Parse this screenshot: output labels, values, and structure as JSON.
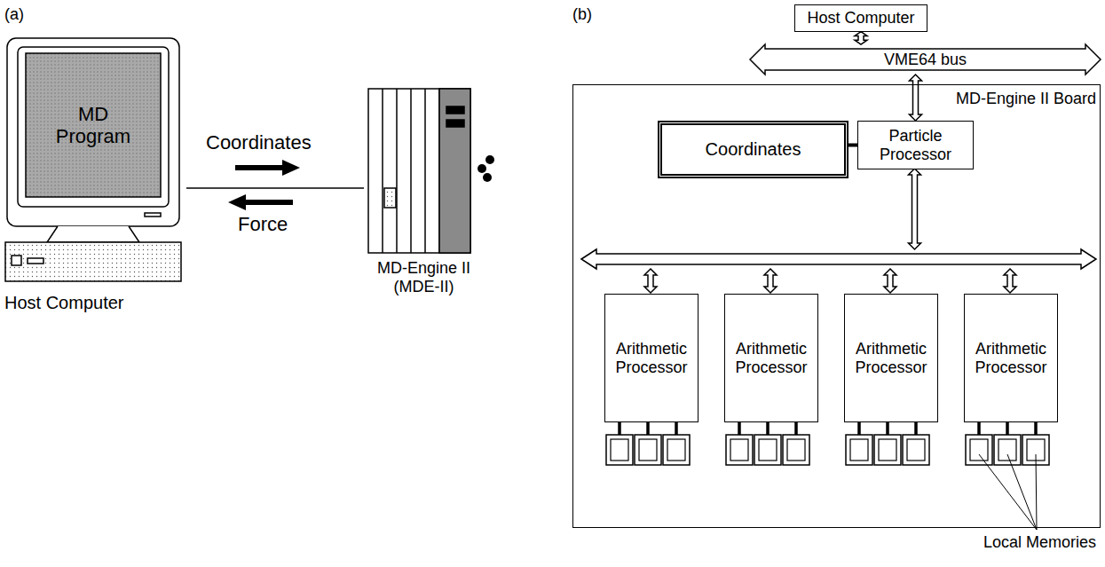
{
  "diagram": {
    "nodes": [
      {
        "text": [
          "MD Program",
          "Host Computer"
        ]
      },
      {
        "text": [
          "MD-Engine II (MDE-II)"
        ]
      },
      {
        "text": [
          "Host Computer"
        ]
      },
      {
        "text": [
          "VME64 bus"
        ]
      },
      {
        "text": [
          "MD-Engine II Board"
        ]
      },
      {
        "text": [
          "Coordinates"
        ],
        "in": 4
      },
      {
        "text": [
          "Particle Processor"
        ],
        "in": 4
      },
      {
        "text": [
          "Arithmetic Processor"
        ],
        "in": 4
      },
      {
        "text": [
          "Arithmetic Processor"
        ],
        "in": 4
      },
      {
        "text": [
          "Arithmetic Processor"
        ],
        "in": 4
      },
      {
        "text": [
          "Arithmetic Processor"
        ],
        "in": 4
      }
    ],
    "edges": [
      {
        "from": 0,
        "to": 1,
        "arrow": "none"
      },
      {
        "from": 2,
        "to": 3,
        "arrow": "both"
      },
      {
        "from": 3,
        "to": 6,
        "arrow": "both"
      },
      {
        "from": 5,
        "to": 6,
        "arrow": "none"
      }
    ],
    "labels": [
      "(a)",
      "(b)",
      "Coordinates",
      "Force",
      "Local Memories"
    ]
  }
}
